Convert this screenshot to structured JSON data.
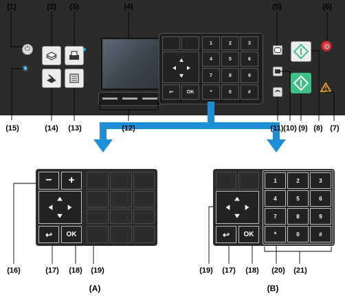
{
  "callouts": {
    "c1": "(1)",
    "c2": "(2)",
    "c3": "(3)",
    "c4": "(4)",
    "c5": "(5)",
    "c6": "(6)",
    "c7": "(7)",
    "c8": "(8)",
    "c9": "(9)",
    "c10": "(10)",
    "c11": "(11)",
    "c12": "(12)",
    "c13": "(13)",
    "c14": "(14)",
    "c15": "(15)",
    "a16": "(16)",
    "a17": "(17)",
    "a18": "(18)",
    "a19": "(19)",
    "b19": "(19)",
    "b17": "(17)",
    "b18": "(18)",
    "b20": "(20)",
    "b21": "(21)"
  },
  "captions": {
    "a": "(A)",
    "b": "(B)"
  },
  "small_keypad": {
    "row1": [
      "",
      "",
      "1",
      "2",
      "3"
    ],
    "row2": [
      "",
      "",
      "4",
      "5",
      "6"
    ],
    "row3": [
      "",
      "",
      "7",
      "8",
      "9"
    ],
    "row4": [
      "↩",
      "OK",
      "*",
      "0",
      "#"
    ]
  },
  "panel_a": {
    "minus": "−",
    "plus": "+",
    "back": "↩",
    "ok": "OK"
  },
  "panel_b": {
    "digits": [
      "1",
      "2",
      "3",
      "4",
      "5",
      "6",
      "7",
      "8",
      "9",
      "*",
      "0",
      "#"
    ],
    "back": "↩",
    "ok": "OK"
  },
  "colors": {
    "arrow": "#1d8fd6",
    "start_green": "#3dbf86",
    "stop_red": "#e04040",
    "alarm": "#f0a020"
  }
}
